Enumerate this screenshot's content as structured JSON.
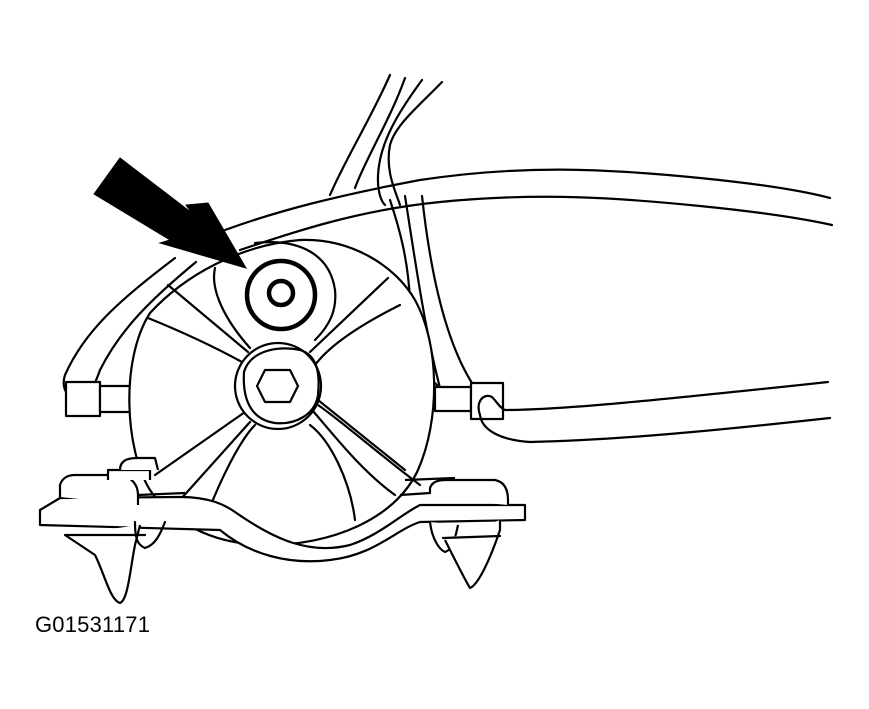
{
  "figure": {
    "id_label": "G01531171",
    "background": "#ffffff",
    "line_color": "#000000",
    "subject": "component with central hex bolt, mounting bracket and routed hoses",
    "callout": {
      "type": "arrow",
      "icon": "arrow-icon",
      "target": "circular fastener above hub"
    }
  }
}
